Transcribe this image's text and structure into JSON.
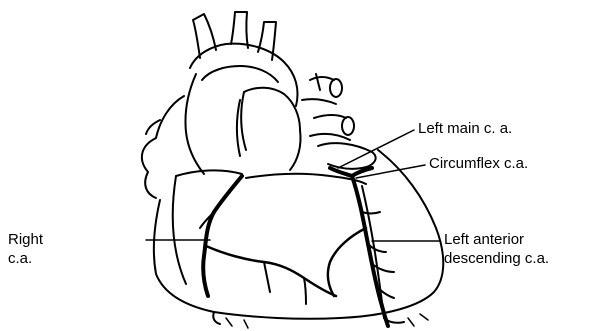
{
  "labels": {
    "left_main": "Left main c. a.",
    "circumflex": "Circumflex c.a.",
    "right_ca": [
      "Right",
      "c.a."
    ],
    "left_anterior_descending": [
      "Left anterior",
      "descending c.a."
    ]
  },
  "colors": {
    "ink": "#000000",
    "background": "#ffffff"
  }
}
